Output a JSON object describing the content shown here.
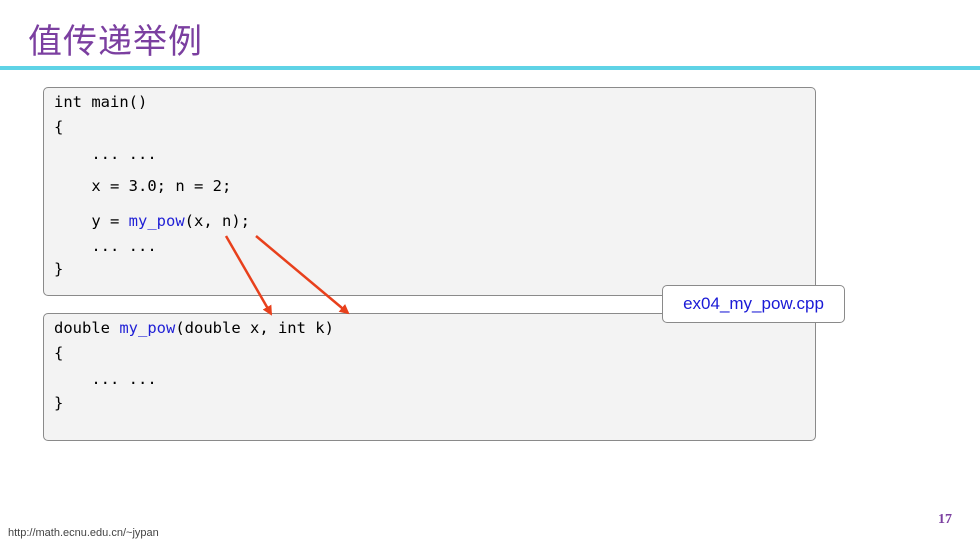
{
  "slide": {
    "title": "值传递举例",
    "footer_url": "http://math.ecnu.edu.cn/~jypan",
    "page_number": "17"
  },
  "main_code": {
    "line1": "int main()",
    "line2": "{",
    "line3": "    ... ...",
    "line4": "    x = 3.0; n = 2;",
    "line5_pre": "    y = ",
    "line5_fn": "my_pow",
    "line5_post": "(x, n);",
    "line6": "    ... ...",
    "line7": "}"
  },
  "func_code": {
    "line1_pre": "double ",
    "line1_fn": "my_pow",
    "line1_post": "(double x, int k)",
    "line2": "{",
    "line3": "    ... ...",
    "line4": "}"
  },
  "file_label": "ex04_my_pow.cpp",
  "colors": {
    "title": "#7b3fa0",
    "rule": "#5fd3e6",
    "function_name": "#1f1fd6",
    "arrow": "#e8401c"
  }
}
